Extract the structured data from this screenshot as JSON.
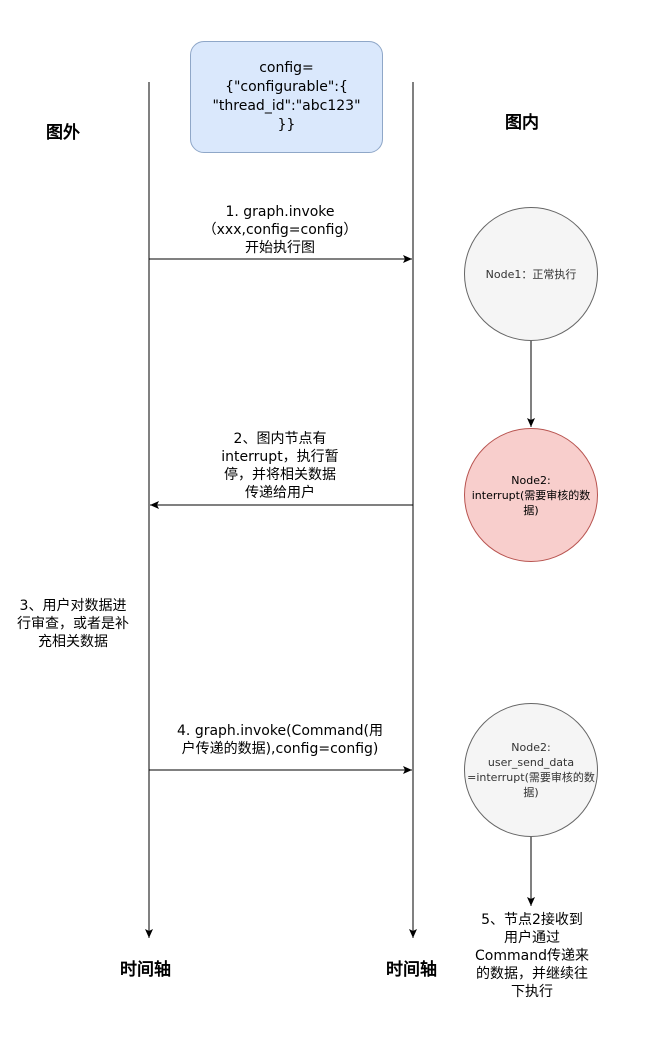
{
  "config_box": {
    "line1": "config=",
    "line2": "{\"configurable\":{",
    "line3": "\"thread_id\":\"abc123\"",
    "line4": "}}"
  },
  "left_title": "图外",
  "right_title": "图内",
  "left_axis_label": "时间轴",
  "right_axis_label": "时间轴",
  "step1": {
    "line1": "1. graph.invoke",
    "line2": "（xxx,config=config）",
    "line3": "开始执行图"
  },
  "step2": {
    "line1": "2、图内节点有",
    "line2": "interrupt，执行暂",
    "line3": "停，并将相关数据",
    "line4": "传递给用户"
  },
  "step3": {
    "line1": "3、用户对数据进",
    "line2": "行审查，或者是补",
    "line3": "充相关数据"
  },
  "step4": {
    "line1": "4. graph.invoke(Command(用",
    "line2": "户传递的数据),config=config)"
  },
  "step5": {
    "line1": "5、节点2接收到",
    "line2": "用户通过",
    "line3": "Command传递来",
    "line4": "的数据，并继续往",
    "line5": "下执行"
  },
  "node1": {
    "label": "Node1：正常执行"
  },
  "node2": {
    "line1": "Node2:",
    "line2": "interrupt(需要审核的数",
    "line3": "据)"
  },
  "node3": {
    "line1": "Node2:",
    "line2": "user_send_data",
    "line3": "=interrupt(需要审核的数",
    "line4": "据)"
  }
}
